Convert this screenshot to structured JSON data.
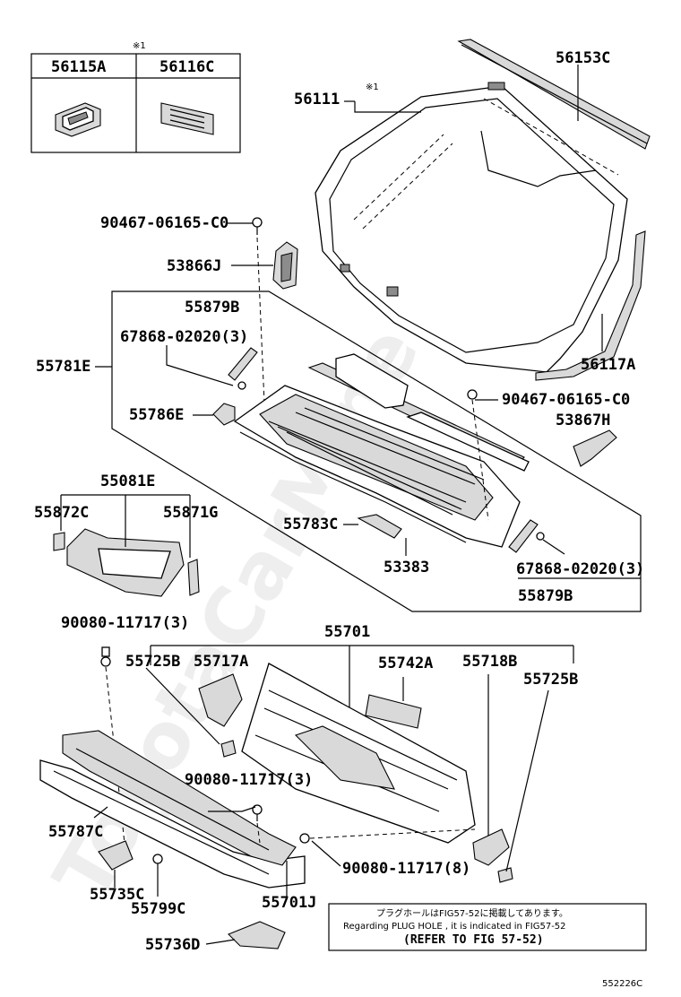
{
  "inset": {
    "marker": "※1",
    "col1": "56115A",
    "col2": "56116C"
  },
  "labels": {
    "p56153C": "56153C",
    "p56111": "56111",
    "p56111_marker": "※1",
    "p90467_top": "90467-06165-C0",
    "p53866J": "53866J",
    "p55879B_top": "55879B",
    "p67868_top": "67868-02020(3)",
    "p55781E": "55781E",
    "p55786E": "55786E",
    "p90467_mid": "90467-06165-C0",
    "p53867H": "53867H",
    "p56117A": "56117A",
    "p55081E": "55081E",
    "p55872C": "55872C",
    "p55871G": "55871G",
    "p55783C": "55783C",
    "p53383": "53383",
    "p67868_bot": "67868-02020(3)",
    "p55879B_bot": "55879B",
    "p90080_a": "90080-11717(3)",
    "p55701": "55701",
    "p55725B_l": "55725B",
    "p55717A": "55717A",
    "p55742A": "55742A",
    "p55718B": "55718B",
    "p55725B_r": "55725B",
    "p90080_b": "90080-11717(3)",
    "p55787C": "55787C",
    "p90080_c": "90080-11717(8)",
    "p55735C": "55735C",
    "p55799C": "55799C",
    "p55701J": "55701J",
    "p55736D": "55736D"
  },
  "note": {
    "line1": "プラグホールはFIG57-52に掲載してあります。",
    "line2": "Regarding PLUG HOLE , it is indicated in FIG57-52",
    "line3": "(REFER TO FIG 57-52)"
  },
  "figure_code": "552226C",
  "watermark": "ToyotaCarMine.ru"
}
